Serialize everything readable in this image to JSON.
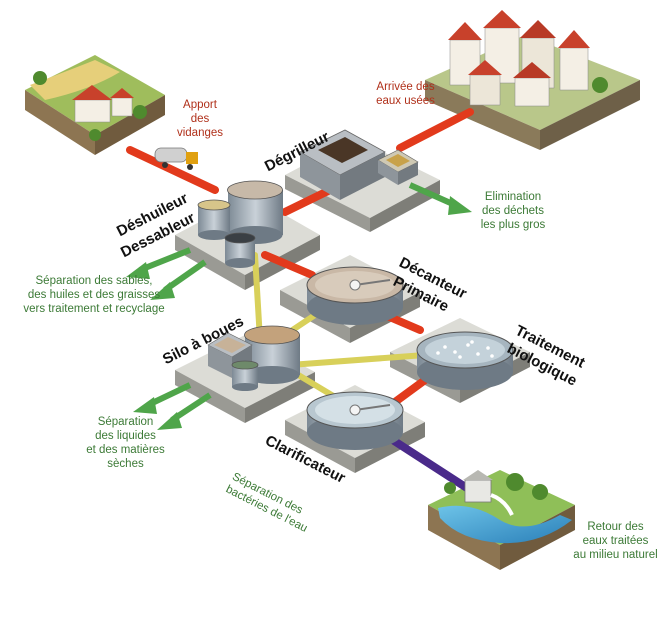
{
  "stages": {
    "degrilleur": "Dégrilleur",
    "deshuileur_1": "Déshuileur",
    "deshuileur_2": "Dessableur",
    "decanteur_1": "Décanteur",
    "decanteur_2": "Primaire",
    "traitement_1": "Traitement",
    "traitement_2": "biologique",
    "silo": "Silo à boues",
    "clarificateur": "Clarificateur"
  },
  "notes": {
    "apport": [
      "Apport",
      "des",
      "vidanges"
    ],
    "arrivee": [
      "Arrivée des",
      "eaux usées"
    ],
    "elimination": [
      "Elimination",
      "des déchets",
      "les plus gros"
    ],
    "sables": [
      "Séparation des sables,",
      "des huiles et des graisses",
      "vers traitement et recyclage"
    ],
    "liquides": [
      "Séparation",
      "des liquides",
      "et des matières",
      "sèches"
    ],
    "bacteries": [
      "Séparation des",
      "bactéries de l'eau"
    ],
    "retour": [
      "Retour des",
      "eaux traitées",
      "au milieu naturel"
    ]
  },
  "colors": {
    "red_pipe": "#e23a1c",
    "yellow_pipe": "#d8d05a",
    "purple_pipe": "#4a2a8a",
    "green_arrow": "#4fa54a",
    "red_text": "#b0301a",
    "green_text": "#3c7a36"
  }
}
